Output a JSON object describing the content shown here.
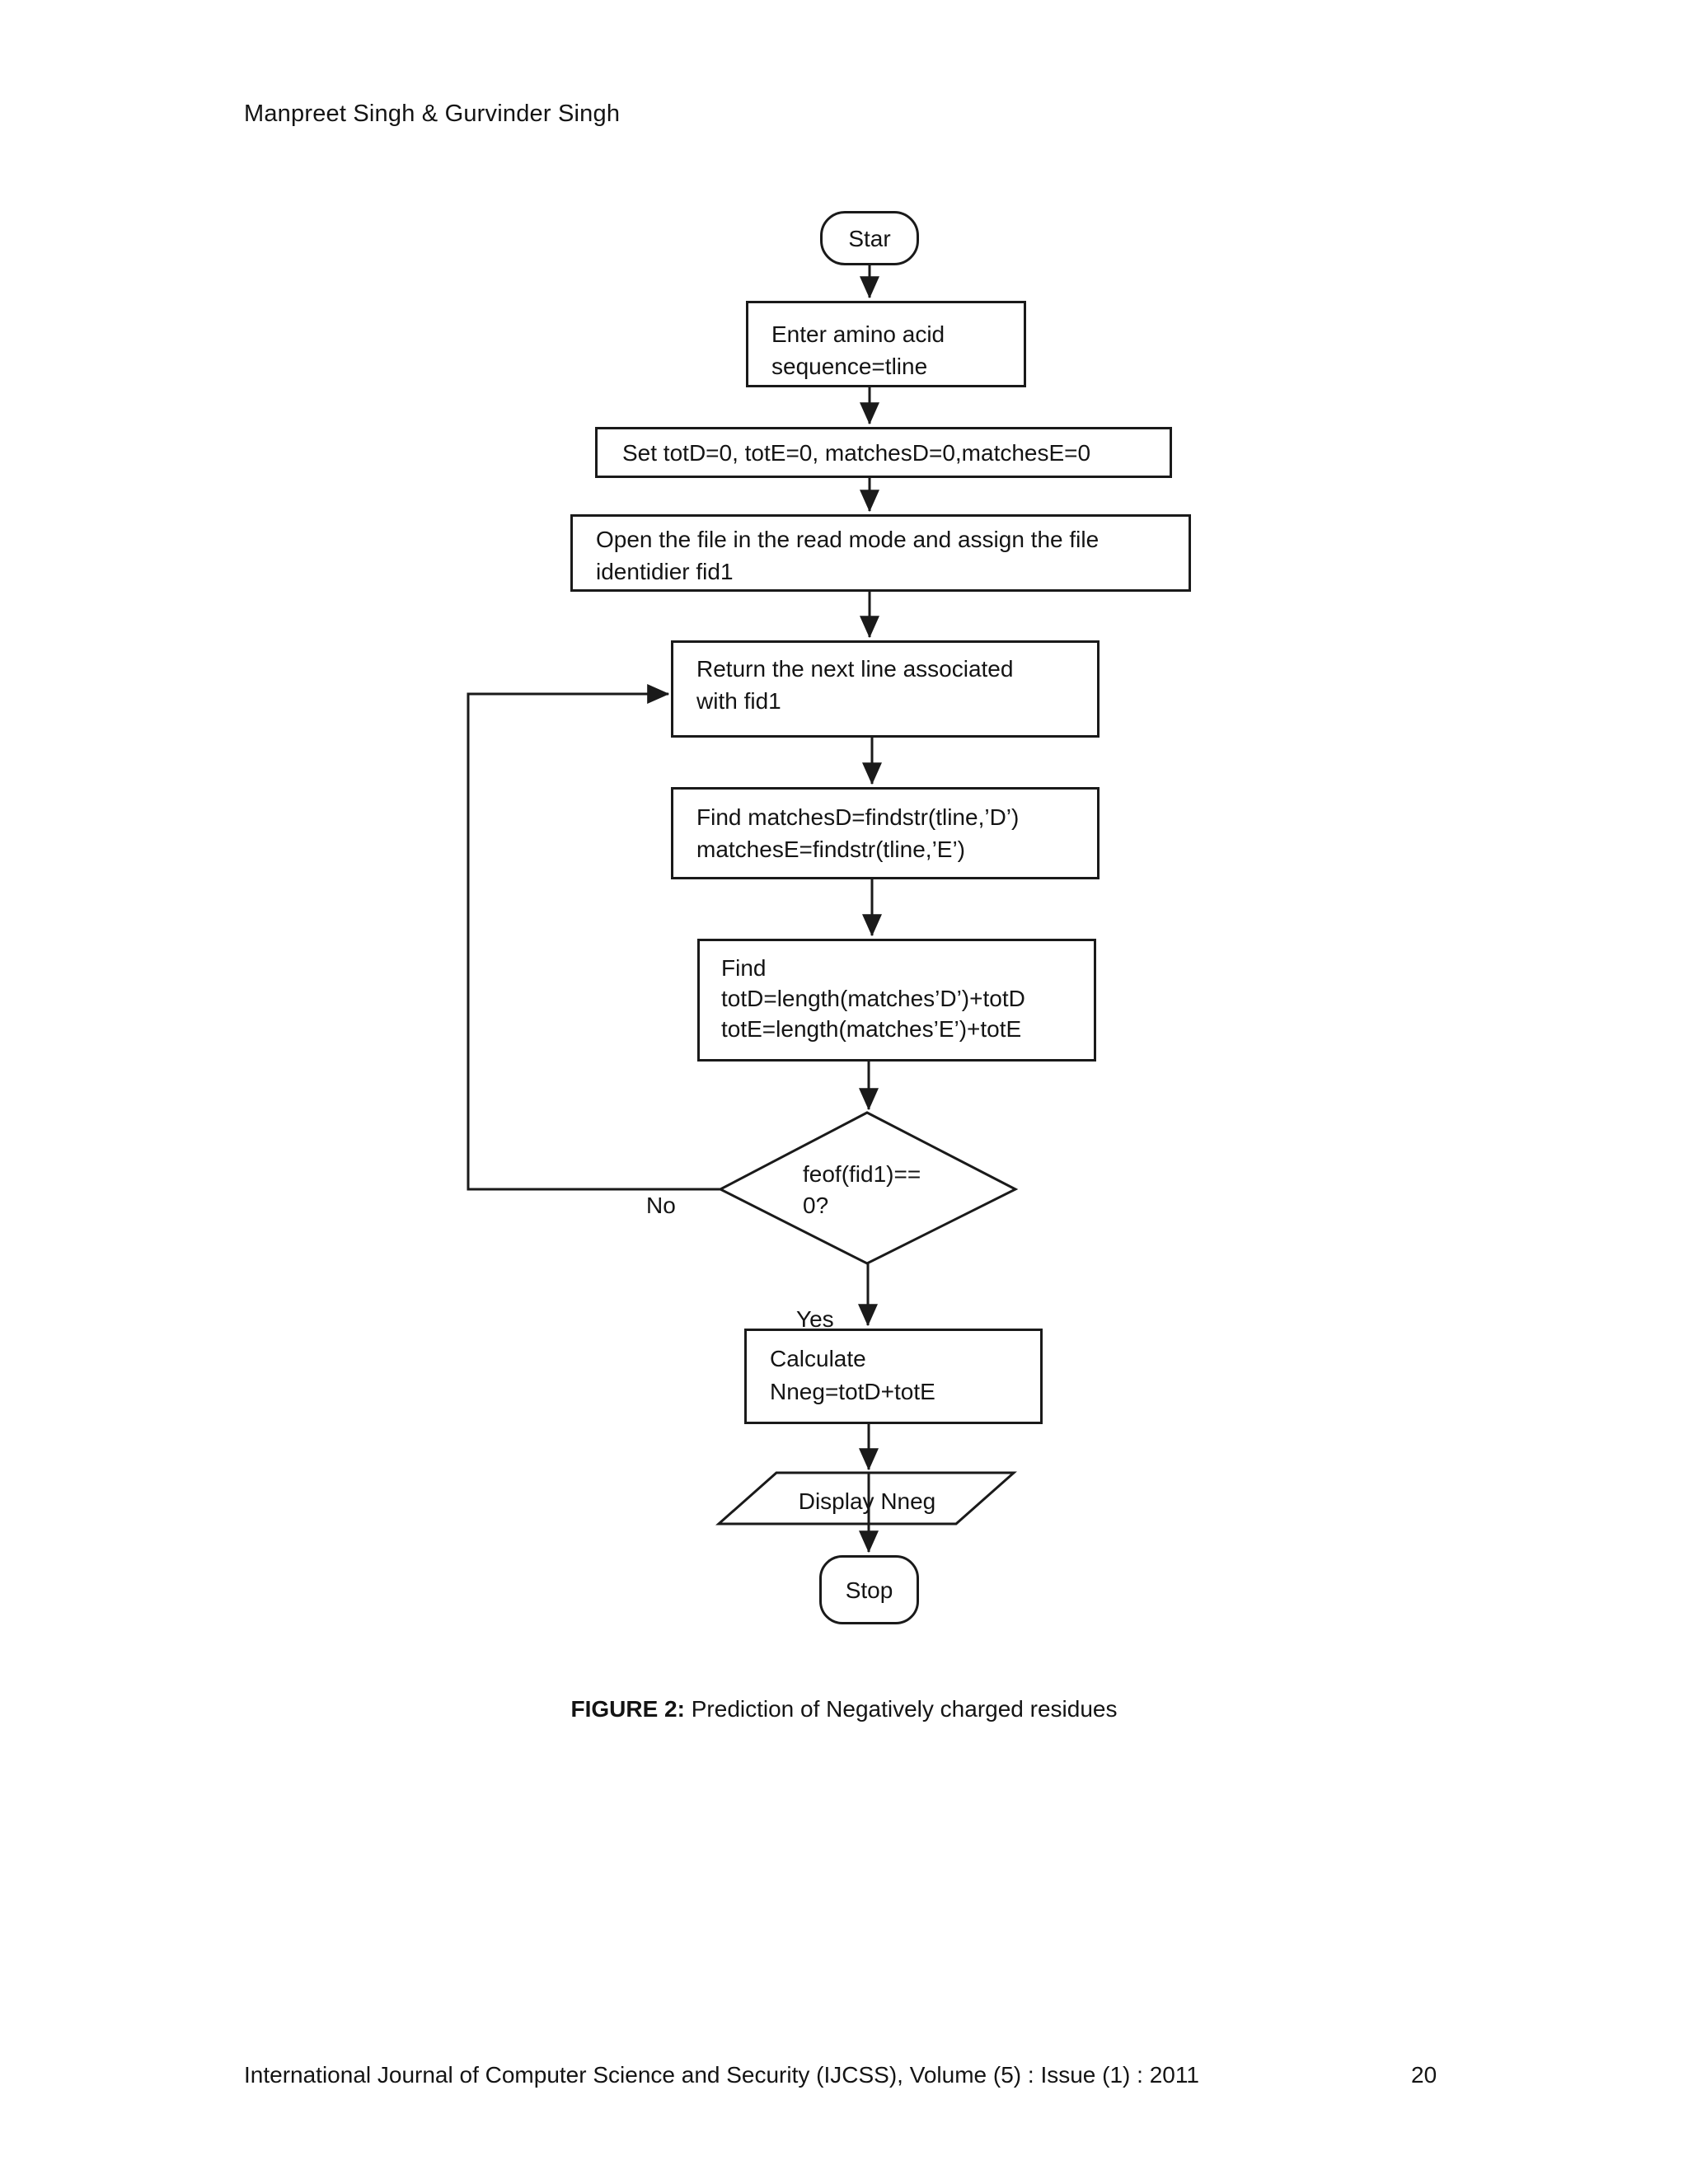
{
  "page": {
    "header": "Manpreet Singh & Gurvinder Singh",
    "caption": {
      "bold": "FIGURE 2:",
      "text": " Prediction of Negatively charged residues"
    },
    "footer": {
      "journal": "International Journal of Computer Science and Security (IJCSS), Volume (5) : Issue (1) : 2011",
      "page_number": "20"
    }
  },
  "flowchart": {
    "nodes": {
      "start": {
        "type": "terminator",
        "label": "Star"
      },
      "enter_sequence": {
        "type": "process",
        "lines": [
          "Enter amino acid",
          "sequence=tline"
        ]
      },
      "init_vars": {
        "type": "process",
        "lines": [
          "Set totD=0, totE=0, matchesD=0,matchesE=0"
        ]
      },
      "open_file": {
        "type": "process",
        "lines": [
          "Open the file in the read mode and assign the file",
          "identidier fid1"
        ]
      },
      "read_line": {
        "type": "process",
        "lines": [
          "Return the next line associated",
          "with fid1"
        ]
      },
      "find_matches": {
        "type": "process",
        "lines": [
          "Find matchesD=findstr(tline,’D’)",
          "matchesE=findstr(tline,’E’)"
        ]
      },
      "find_totals": {
        "type": "process",
        "lines": [
          "Find",
          "totD=length(matches’D’)+totD",
          "totE=length(matches’E’)+totE"
        ]
      },
      "eof_decision": {
        "type": "decision",
        "lines": [
          "feof(fid1)==",
          "0?"
        ]
      },
      "calculate": {
        "type": "process",
        "lines": [
          "Calculate",
          "Nneg=totD+totE"
        ]
      },
      "display": {
        "type": "io",
        "label": "Display Nneg"
      },
      "stop": {
        "type": "terminator",
        "label": "Stop"
      }
    },
    "edge_labels": {
      "no": "No",
      "yes": "Yes"
    },
    "line_color": "#1a1a1a"
  }
}
